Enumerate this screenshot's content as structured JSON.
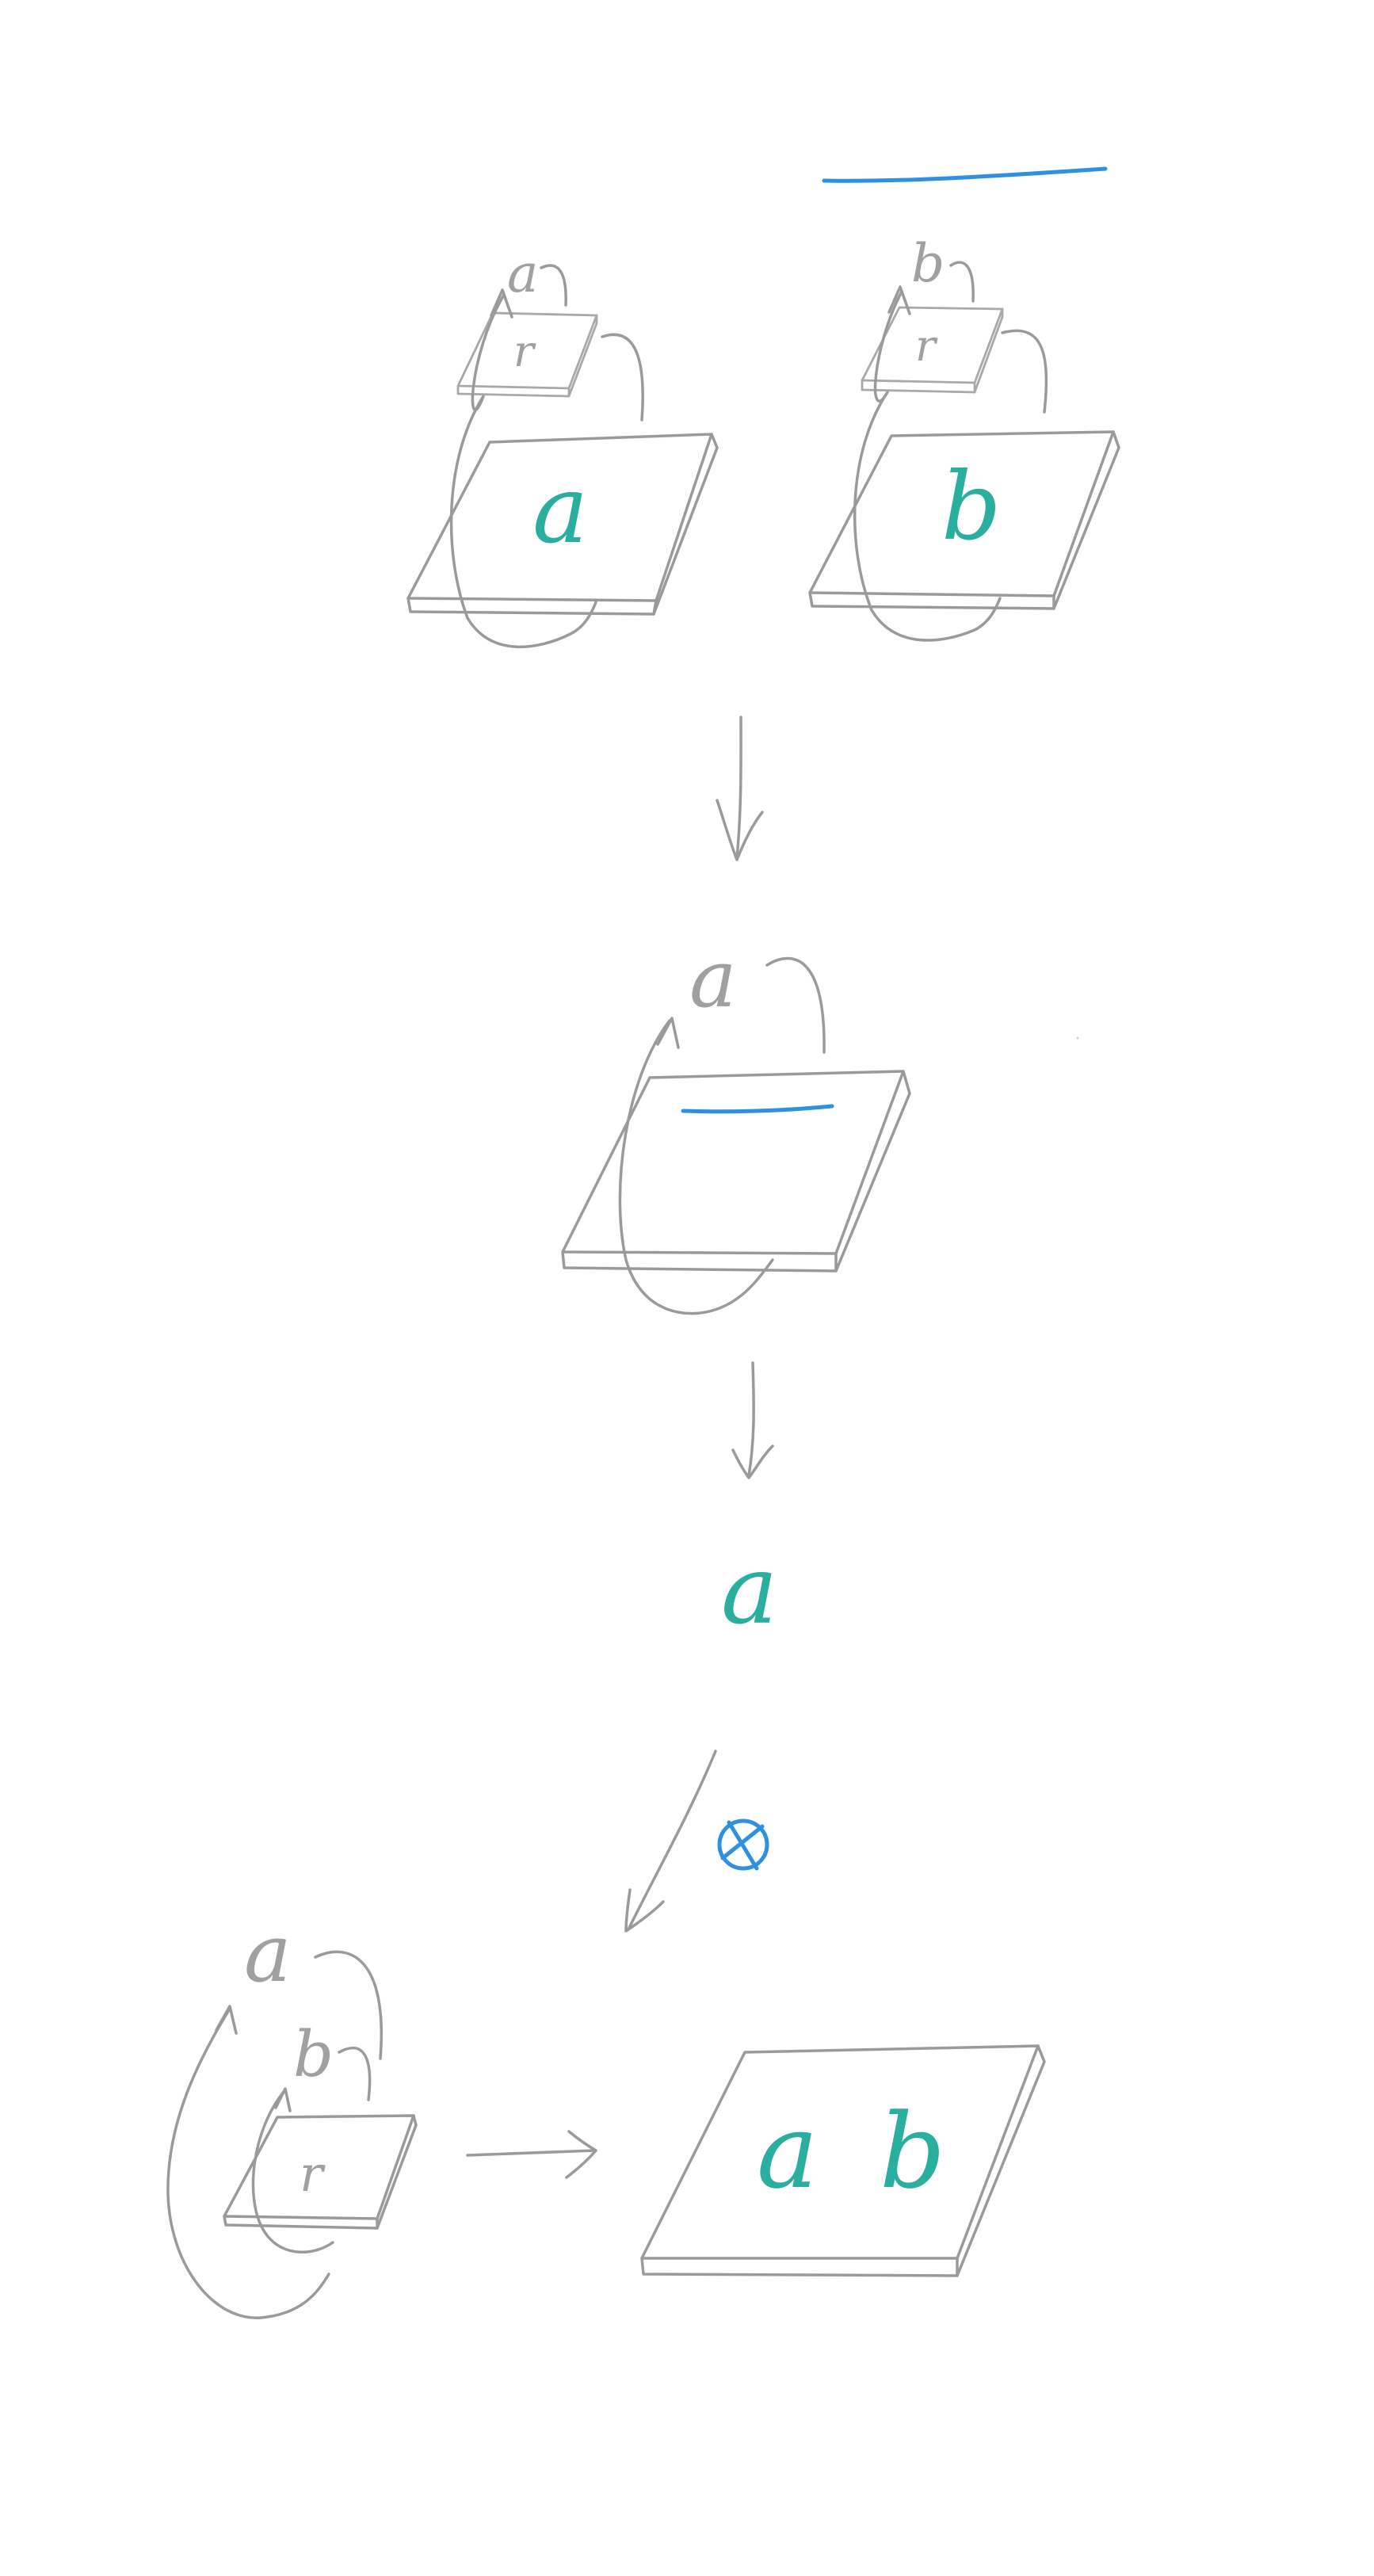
{
  "colors": {
    "background": "#ffffff",
    "stroke_gray": "#9a9a9a",
    "accent_blue": "#2f8fe0",
    "label_teal": "#2aae9f"
  },
  "labels": {
    "var_a": "a",
    "var_b": "b",
    "var_r": "r",
    "tensor_symbol": "⊗"
  },
  "icons": {
    "down_arrow": "down-arrow-icon",
    "right_arrow": "right-arrow-icon",
    "diagonal_arrow": "diagonal-arrow-icon",
    "return_arrow": "return-arrow-icon"
  }
}
